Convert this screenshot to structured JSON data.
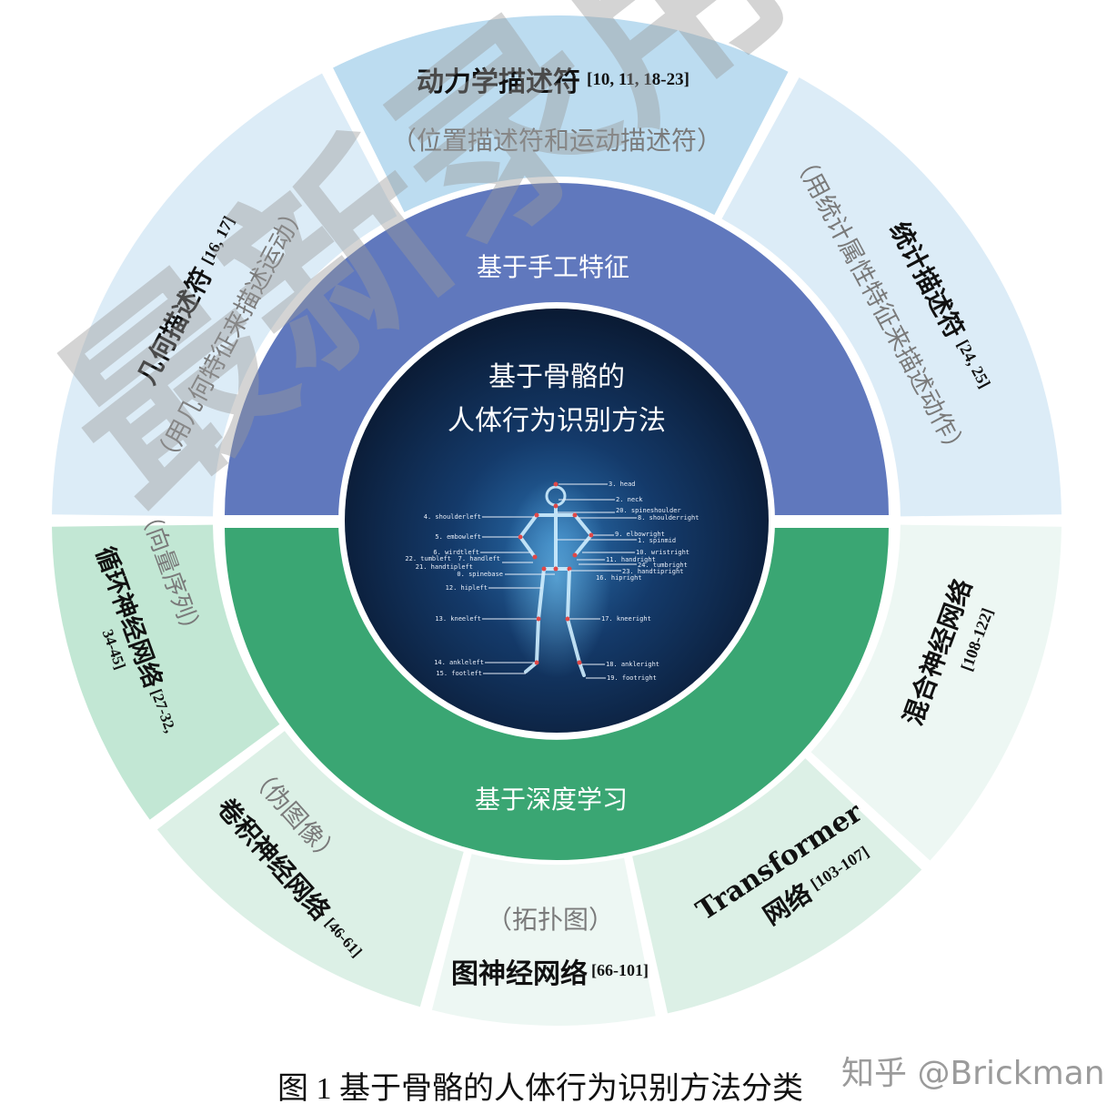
{
  "figure": {
    "caption": "图 1 基于骨骼的人体行为识别方法分类",
    "source_watermark": "知乎 @Brickman",
    "overlay_watermark": "最新录用"
  },
  "center": {
    "title_line1": "基于骨骼的",
    "title_line2": "人体行为识别方法",
    "background_color": "#0f2240",
    "skeleton_joints_left": [
      "4. shoulderleft",
      "5. embowleft",
      "6. wirdtleft",
      "22. tumbleft",
      "7. handleft",
      "21. handtipleft",
      "0. spinebase",
      "12. hipleft",
      "13. kneeleft",
      "14. ankleleft",
      "15. footleft"
    ],
    "skeleton_joints_right": [
      "3. head",
      "2. neck",
      "20. spineshoulder",
      "8. shoulderright",
      "9. elbowright",
      "1. spinmid",
      "10. wristright",
      "11. handright",
      "24. tumbright",
      "23. handtipright",
      "16. hipright",
      "17. kneeright",
      "18. ankleright",
      "19. footright"
    ]
  },
  "middle_ring": {
    "top": {
      "label": "基于手工特征",
      "color": "#6078bd"
    },
    "bottom": {
      "label": "基于深度学习",
      "color": "#3aa673"
    }
  },
  "outer_ring": {
    "handcrafted": [
      {
        "id": "geometric",
        "title": "几何描述符",
        "refs": "[16, 17]",
        "subtitle": "（用几何特征来描述运动）",
        "color": "#dcecf7"
      },
      {
        "id": "kinematic",
        "title": "动力学描述符",
        "refs": "[10, 11, 18-23]",
        "subtitle": "（位置描述符和运动描述符）",
        "color": "#bcdcf0"
      },
      {
        "id": "statistical",
        "title": "统计描述符",
        "refs": "[24, 25]",
        "subtitle": "（用统计属性特征来描述动作）",
        "color": "#dcecf7"
      }
    ],
    "deep_learning": [
      {
        "id": "hybrid",
        "title": "混合神经网络",
        "refs": "[108-122]",
        "subtitle": "",
        "color": "#edf7f3"
      },
      {
        "id": "transformer",
        "title": "Transformer",
        "title2": "网络",
        "refs": "[103-107]",
        "subtitle": "",
        "color": "#dcf0e6"
      },
      {
        "id": "gnn",
        "title": "图神经网络",
        "refs": "[66-101]",
        "subtitle": "（拓扑图）",
        "color": "#edf7f3"
      },
      {
        "id": "cnn",
        "title": "卷积神经网络",
        "refs": "[46-61]",
        "subtitle": "（伪图像）",
        "color": "#dcf0e6"
      },
      {
        "id": "rnn",
        "title": "循环神经网络",
        "refs": "[27-32,",
        "refs2": "34-45]",
        "subtitle": "（向量序列）",
        "color": "#c2e7d4"
      }
    ]
  }
}
